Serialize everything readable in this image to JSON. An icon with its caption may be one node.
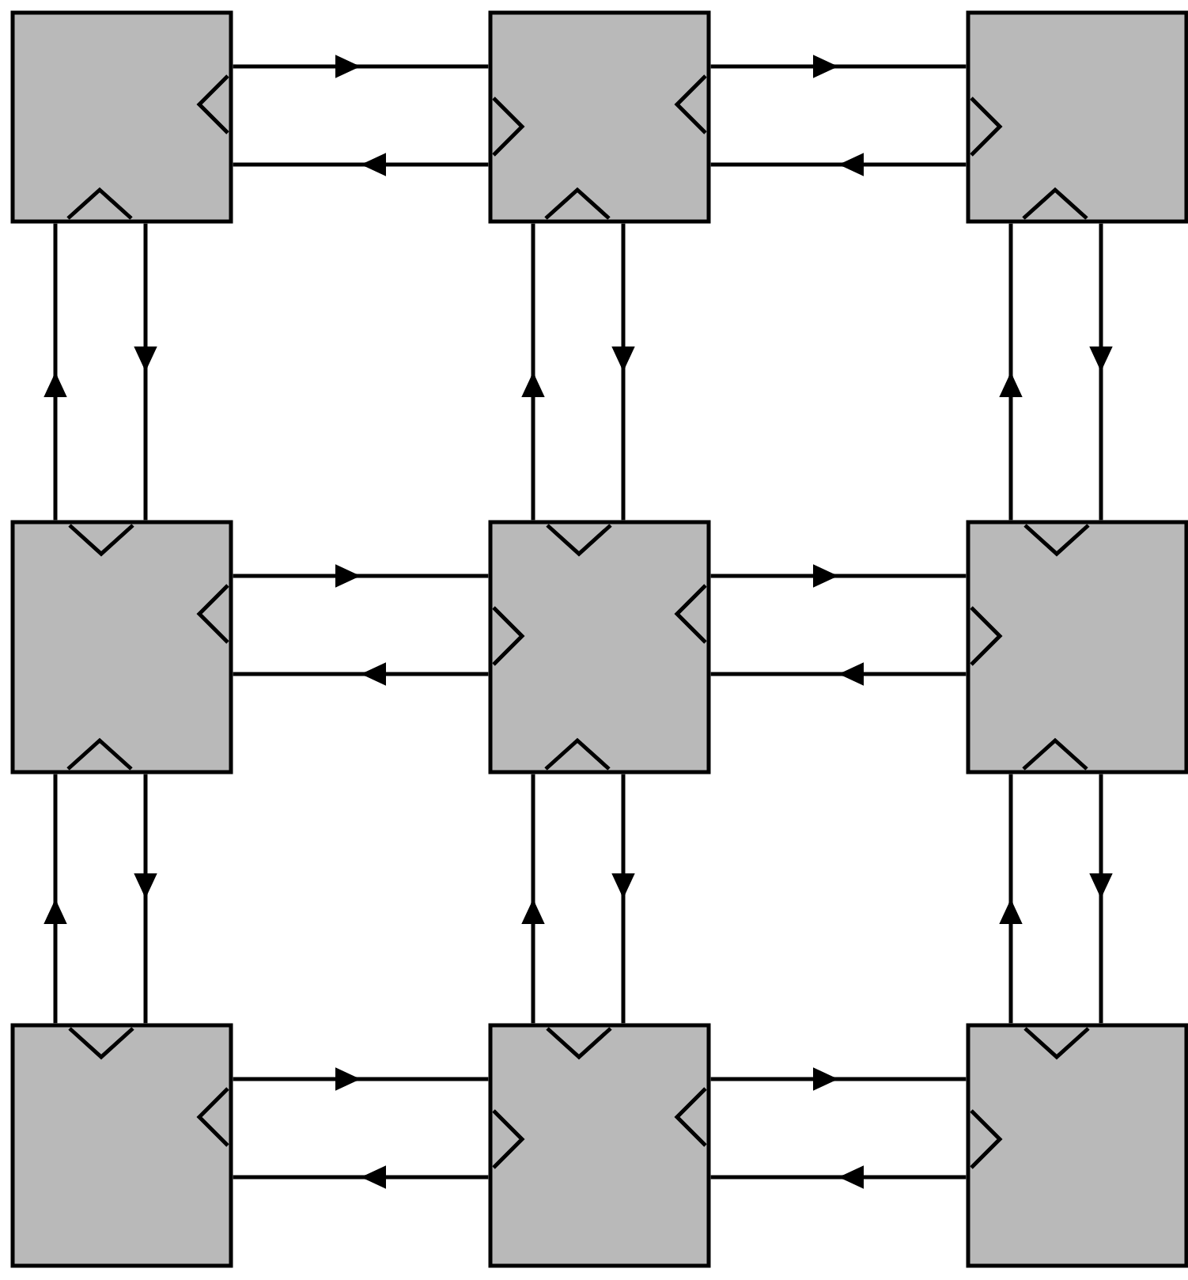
{
  "diagram": {
    "nodes": [
      {
        "text": [],
        "shape": "box"
      },
      {
        "text": [],
        "shape": "box"
      },
      {
        "text": [],
        "shape": "box"
      },
      {
        "text": [],
        "shape": "box"
      },
      {
        "text": [],
        "shape": "box"
      },
      {
        "text": [],
        "shape": "box"
      },
      {
        "text": [],
        "shape": "box"
      },
      {
        "text": [],
        "shape": "box"
      },
      {
        "text": [],
        "shape": "box"
      }
    ],
    "edges": [
      {
        "from": 0,
        "to": 1,
        "arrow": "to"
      },
      {
        "from": 1,
        "to": 0,
        "arrow": "to"
      },
      {
        "from": 1,
        "to": 2,
        "arrow": "to"
      },
      {
        "from": 2,
        "to": 1,
        "arrow": "to"
      },
      {
        "from": 3,
        "to": 0,
        "arrow": "to"
      },
      {
        "from": 0,
        "to": 3,
        "arrow": "to"
      },
      {
        "from": 4,
        "to": 1,
        "arrow": "to"
      },
      {
        "from": 1,
        "to": 4,
        "arrow": "to"
      },
      {
        "from": 5,
        "to": 2,
        "arrow": "to"
      },
      {
        "from": 2,
        "to": 5,
        "arrow": "to"
      },
      {
        "from": 3,
        "to": 4,
        "arrow": "to"
      },
      {
        "from": 4,
        "to": 3,
        "arrow": "to"
      },
      {
        "from": 4,
        "to": 5,
        "arrow": "to"
      },
      {
        "from": 5,
        "to": 4,
        "arrow": "to"
      },
      {
        "from": 6,
        "to": 3,
        "arrow": "to"
      },
      {
        "from": 3,
        "to": 6,
        "arrow": "to"
      },
      {
        "from": 7,
        "to": 4,
        "arrow": "to"
      },
      {
        "from": 4,
        "to": 7,
        "arrow": "to"
      },
      {
        "from": 8,
        "to": 5,
        "arrow": "to"
      },
      {
        "from": 5,
        "to": 8,
        "arrow": "to"
      },
      {
        "from": 6,
        "to": 7,
        "arrow": "to"
      },
      {
        "from": 7,
        "to": 6,
        "arrow": "to"
      },
      {
        "from": 7,
        "to": 8,
        "arrow": "to"
      },
      {
        "from": 8,
        "to": 7,
        "arrow": "to"
      }
    ]
  }
}
